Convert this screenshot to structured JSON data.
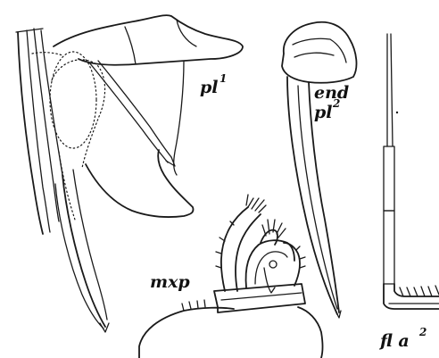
{
  "figure": {
    "labels": {
      "pl1": {
        "text": "pl",
        "sup": "1"
      },
      "end_pl2": {
        "line1": "end",
        "text": "pl",
        "sup": "2"
      },
      "mxp": {
        "text": "mxp"
      },
      "fl_a2": {
        "text": "fl a",
        "sup": "2"
      }
    },
    "colors": {
      "ink": "#1a1a1a",
      "paper": "#ffffff"
    }
  }
}
